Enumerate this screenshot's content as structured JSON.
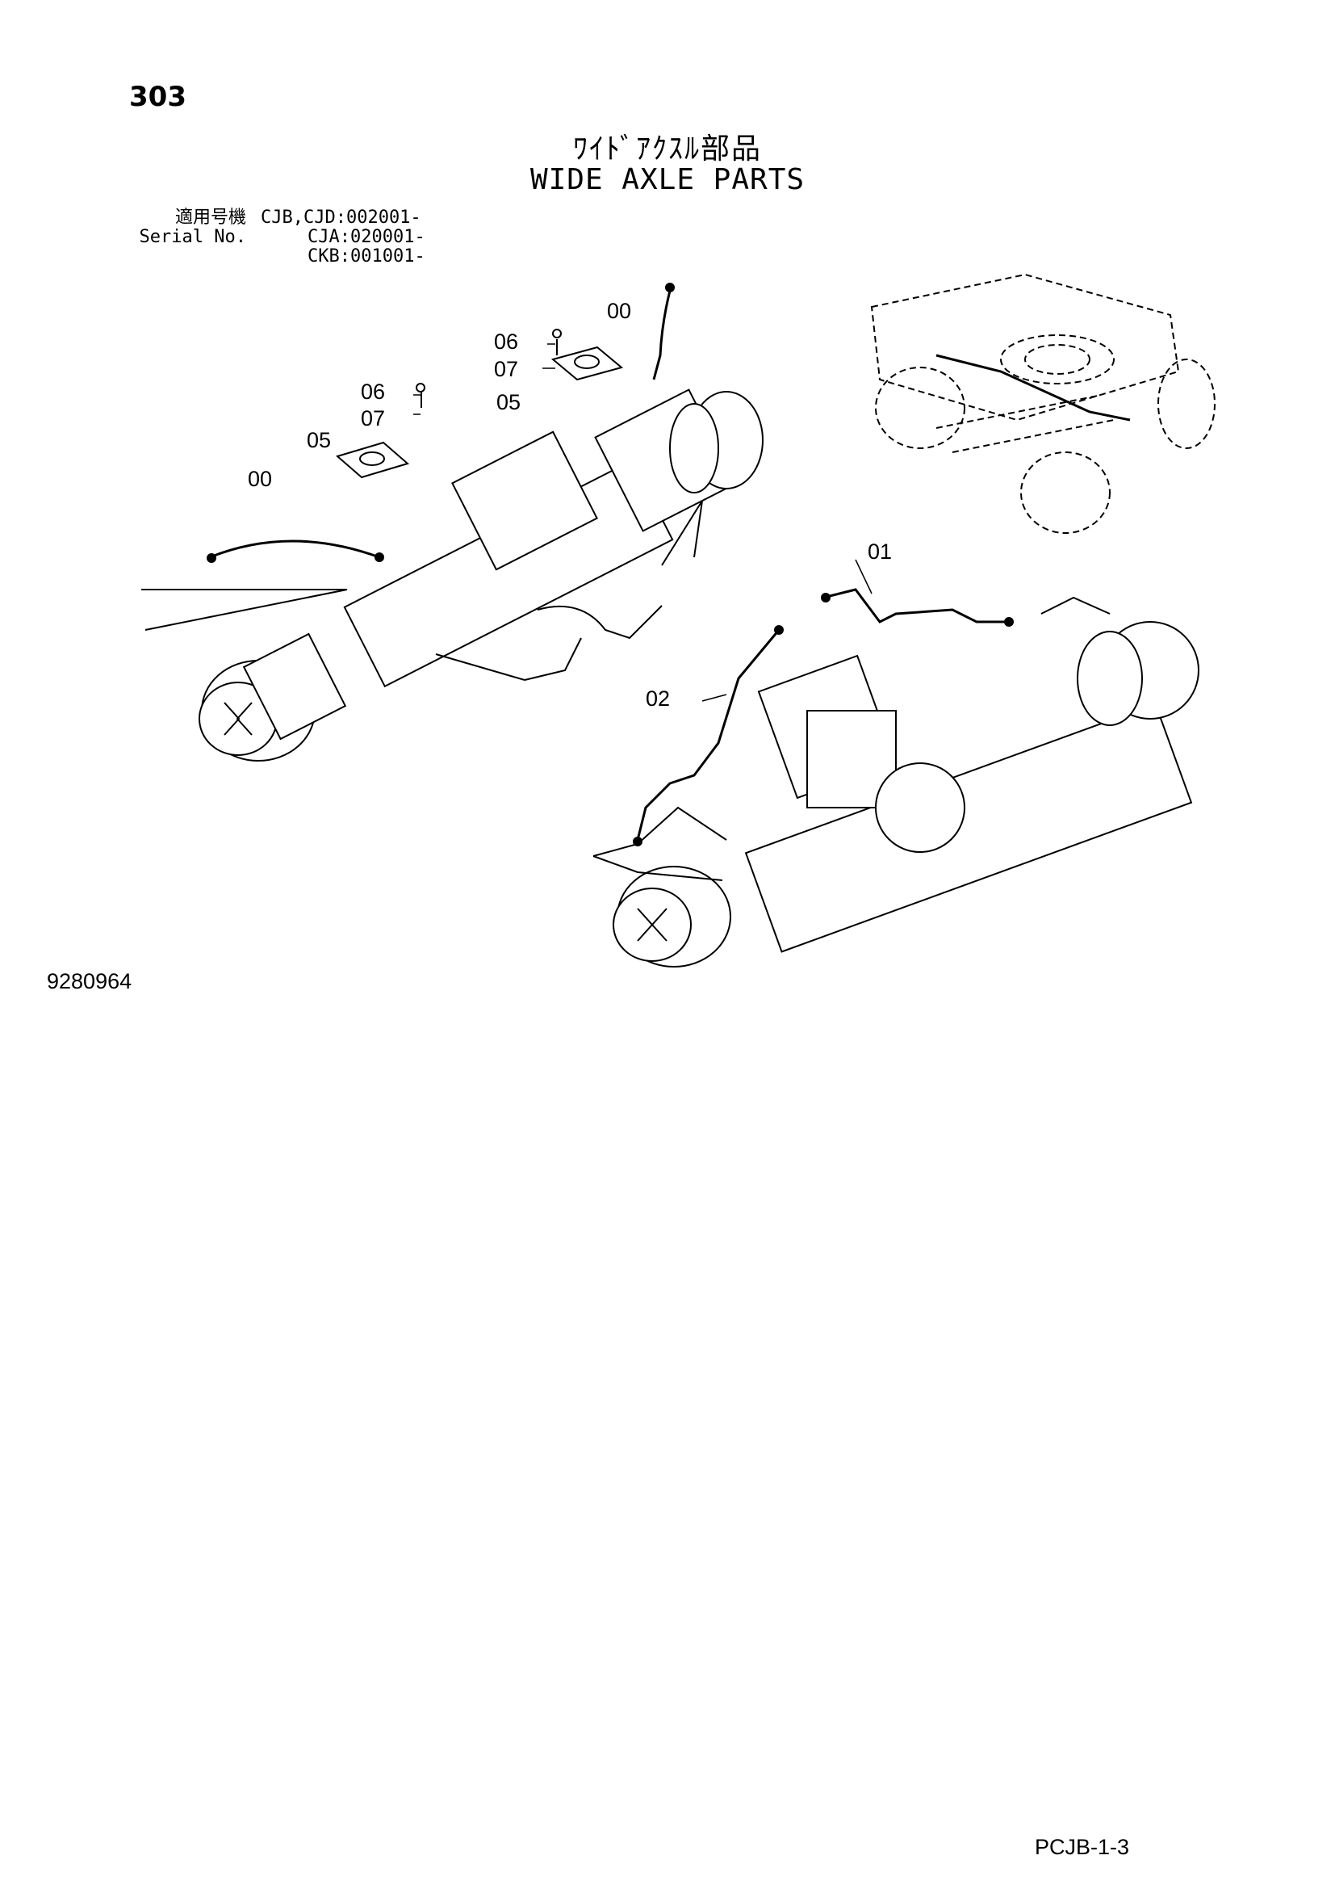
{
  "page_number": "303",
  "title_jp": "ﾜｲﾄﾞｱｸｽﾙ部品",
  "title_en": "WIDE AXLE PARTS",
  "serial": {
    "label_jp": "適用号機",
    "label_en": "Serial No.",
    "lines": [
      "CJB,CJD:002001-",
      "CJA:020001-",
      "CKB:001001-"
    ]
  },
  "callouts": {
    "c1": "00",
    "c2": "06",
    "c3": "07",
    "c4": "05",
    "c5": "06",
    "c6": "07",
    "c7": "05",
    "c8": "00",
    "c9": "01",
    "c10": "02"
  },
  "figure_number": "9280964",
  "page_code": "PCJB-1-3"
}
